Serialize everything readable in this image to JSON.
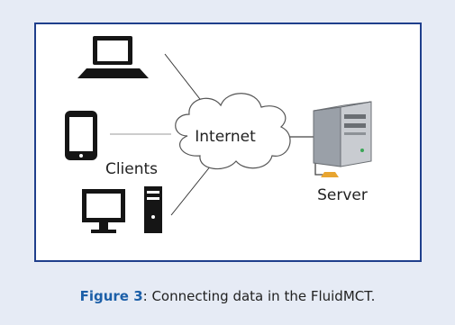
{
  "diagram": {
    "internet_label": "Internet",
    "clients_label": "Clients",
    "server_label": "Server"
  },
  "caption": {
    "figure_label": "Figure 3",
    "text": ": Connecting data in the FluidMCT."
  },
  "icons": [
    "laptop-icon",
    "smartphone-icon",
    "desktop-computer-icon",
    "cloud-icon",
    "server-tower-icon"
  ]
}
